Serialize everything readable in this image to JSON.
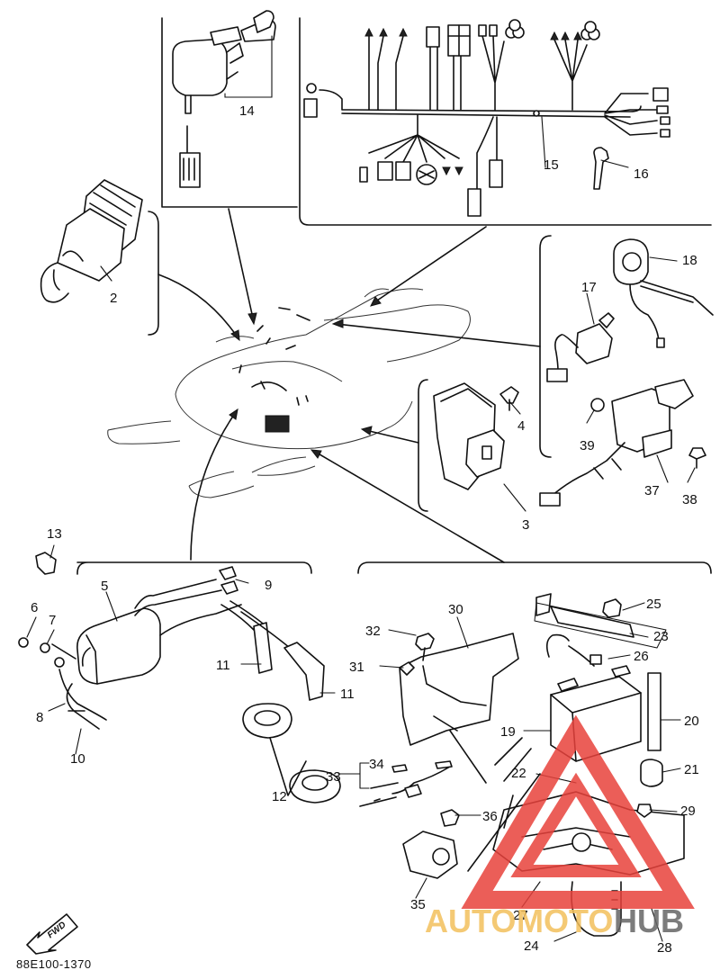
{
  "diagram": {
    "drawing_number": "88E100-1370",
    "fwd_label": "FWD",
    "callouts": [
      "2",
      "3",
      "4",
      "5",
      "6",
      "7",
      "8",
      "9",
      "10",
      "11",
      "11",
      "12",
      "13",
      "14",
      "15",
      "16",
      "17",
      "18",
      "19",
      "20",
      "21",
      "22",
      "23",
      "24",
      "25",
      "26",
      "27",
      "28",
      "29",
      "30",
      "31",
      "32",
      "33",
      "34",
      "35",
      "36",
      "37",
      "38",
      "39"
    ]
  },
  "watermark": {
    "text_auto": "AUTO",
    "text_moto": "MOTO",
    "text_hub": "HUB",
    "color_red": "#e8423c",
    "color_gold": "#f3c05c",
    "color_grey": "#666666"
  },
  "colors": {
    "line": "#111111",
    "background": "#ffffff"
  }
}
